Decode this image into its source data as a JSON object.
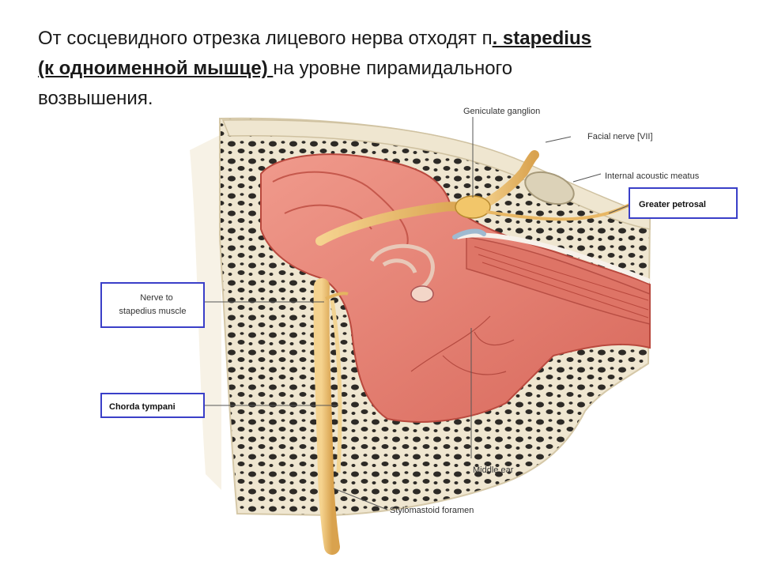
{
  "slide": {
    "text_part1": "От сосцевидного отрезка лицевого нерва отходят п",
    "text_bold1": ". stapedius",
    "text_bold2": "(к одноименной мышце) ",
    "text_part2": "на уровне пирамидального",
    "text_part3": "возвышения."
  },
  "figure": {
    "labels": {
      "geniculate_ganglion": "Geniculate ganglion",
      "facial_nerve": "Facial nerve [VII]",
      "internal_acoustic_meatus": "Internal acoustic meatus",
      "greater_petrosal": "Greater petrosal",
      "nerve_to_stapedius_1": "Nerve to",
      "nerve_to_stapedius_2": "stapedius muscle",
      "chorda_tympani": "Chorda tympani",
      "middle_ear": "Middle ear",
      "stylomastoid_foramen": "Stylomastoid foramen"
    },
    "colors": {
      "bone": "#efe6d0",
      "bone_cells": "#2d2a26",
      "mucosa": "#e9867a",
      "mucosa_dark": "#c9584c",
      "nerve": "#ecc070",
      "highlight_box": "#3a3fc8"
    }
  }
}
